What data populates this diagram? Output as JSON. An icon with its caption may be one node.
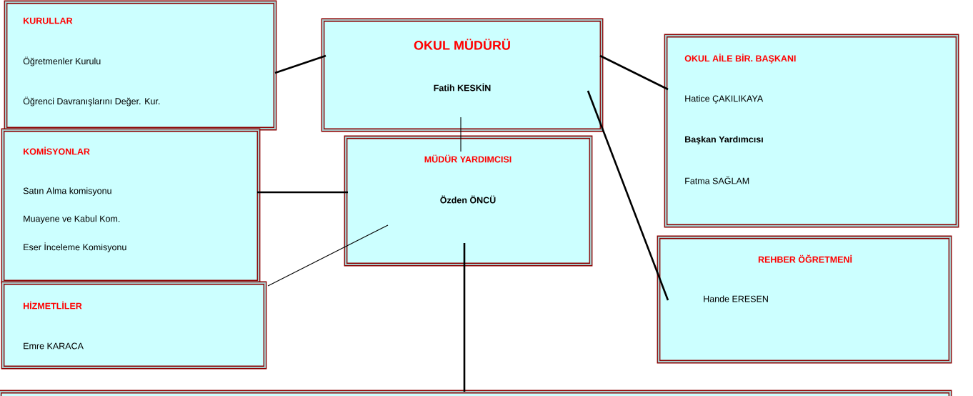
{
  "diagram": {
    "nodes": [
      {
        "text": [
          "KURULLAR",
          "Öğretmenler Kurulu",
          "Öğrenci Davranışlarını Değer. Kur."
        ]
      },
      {
        "text": [
          "OKUL MÜDÜRÜ",
          "Fatih KESKİN"
        ]
      },
      {
        "text": [
          "OKUL AİLE BİR. BAŞKANI",
          "Hatice ÇAKILIKAYA",
          "Başkan Yardımcısı",
          "Fatma SAĞLAM"
        ]
      },
      {
        "text": [
          "KOMİSYONLAR",
          "Satın Alma komisyonu",
          "Muayene ve Kabul Kom.",
          "Eser İnceleme Komisyonu"
        ]
      },
      {
        "text": [
          "MÜDÜR YARDIMCISI",
          "Özden ÖNCÜ"
        ]
      },
      {
        "text": [
          "REHBER ÖĞRETMENİ",
          "Hande ERESEN"
        ]
      },
      {
        "text": [
          "HİZMETLİLER",
          "Emre KARACA"
        ]
      },
      {
        "text": [],
        "shape": "box"
      }
    ],
    "edges": [
      {
        "from": 0,
        "to": 1,
        "arrow": "none"
      },
      {
        "from": 1,
        "to": 2,
        "arrow": "none"
      },
      {
        "from": 1,
        "to": 4,
        "arrow": "none"
      },
      {
        "from": 1,
        "to": 5,
        "arrow": "none"
      },
      {
        "from": 3,
        "to": 4,
        "arrow": "none"
      },
      {
        "from": 6,
        "to": 4,
        "arrow": "none"
      },
      {
        "from": 4,
        "to": 7,
        "arrow": "none"
      }
    ]
  }
}
